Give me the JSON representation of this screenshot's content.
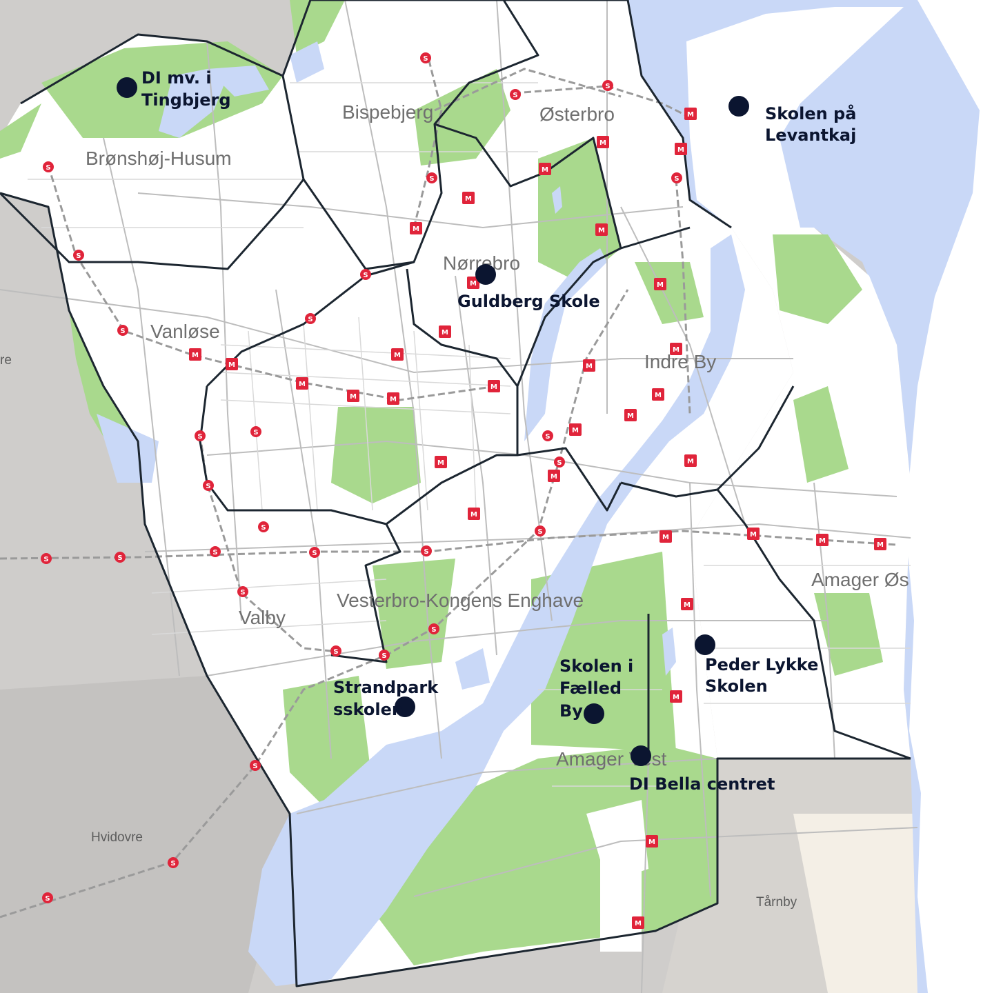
{
  "colors": {
    "water": "#c9d8f7",
    "park": "#a9d98d",
    "urban": "#ffffff",
    "outside": "#cfcdcb",
    "sand": "#f4efe6",
    "boundary": "#1c2630",
    "marker": "#0b1530",
    "station": "#e0243a"
  },
  "districts": {
    "bispebjerg": "Bispebjerg",
    "osterbro": "Østerbro",
    "bronshoj": "Brønshøj-Husum",
    "norrebro": "Nørrebro",
    "vanlose": "Vanløse",
    "indre_by": "Indre By",
    "amager_ost": "Amager Øs",
    "vesterbro": "Vesterbro-Kongens Enghave",
    "valby": "Valby",
    "amager_vest": "Amager Vest",
    "hvidovre": "Hvidovre",
    "tarnby": "Tårnby",
    "edge": "re"
  },
  "schools": {
    "tingbjerg_l1": "DI mv. i",
    "tingbjerg_l2": "Tingbjerg",
    "levantkaj_l1": "Skolen på",
    "levantkaj_l2": "Levantkaj",
    "guldberg": "Guldberg Skole",
    "faelled_l1": "Skolen i",
    "faelled_l2": "Fælled",
    "faelled_l3": "By",
    "peder_l1": "Peder Lykke",
    "peder_l2": "Skolen",
    "strandpark_l1": "Strandpark",
    "strandpark_l2": "sskolen",
    "bella": "DI Bella centret"
  },
  "station_glyphs": {
    "s_train": "S",
    "metro": "M"
  }
}
